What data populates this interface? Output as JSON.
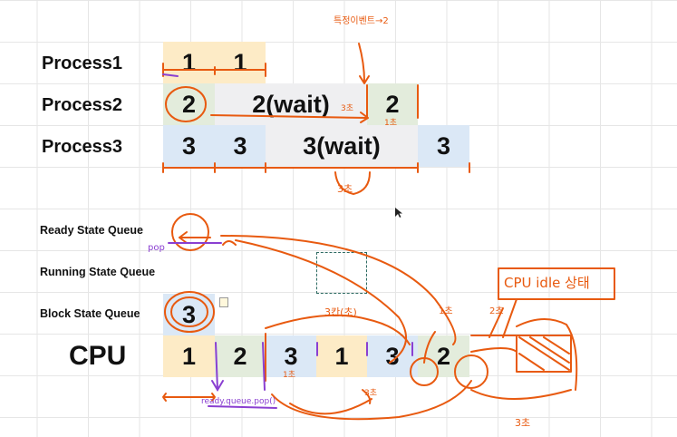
{
  "rows": {
    "p1": "Process1",
    "p2": "Process2",
    "p3": "Process3",
    "ready": "Ready State Queue",
    "running": "Running State Queue",
    "block": "Block State Queue",
    "cpu": "CPU"
  },
  "process1_cells": [
    "1",
    "1"
  ],
  "process2_cells": [
    "2",
    "2(wait)",
    "2"
  ],
  "process3_cells": [
    "3",
    "3",
    "3(wait)",
    "3"
  ],
  "block_queue_cell": "3",
  "cpu_cells": [
    "1",
    "2",
    "3",
    "1",
    "3",
    "2"
  ],
  "annotations": {
    "event": "특정이벤트→2",
    "three_sec_a": "3초",
    "one_sec": "1초",
    "three_sec_b": "3초",
    "three_kan": "3칸(초)",
    "one_sec_b": "1초",
    "two_sec": "2초",
    "idle": "CPU idle 상태",
    "three_sec_c": "3초",
    "one_sec_c": "1초",
    "three_sec_d": "3초",
    "pop": "pop",
    "ready_pop": "ready.queue.pop()"
  },
  "colors": {
    "ink_orange": "#e85a10",
    "ink_purple": "#8a3fd1",
    "cell_yellow": "#fdebc6",
    "cell_green": "#e3ecdc",
    "cell_blue": "#dbe8f6",
    "cell_gray": "#efeff1"
  }
}
